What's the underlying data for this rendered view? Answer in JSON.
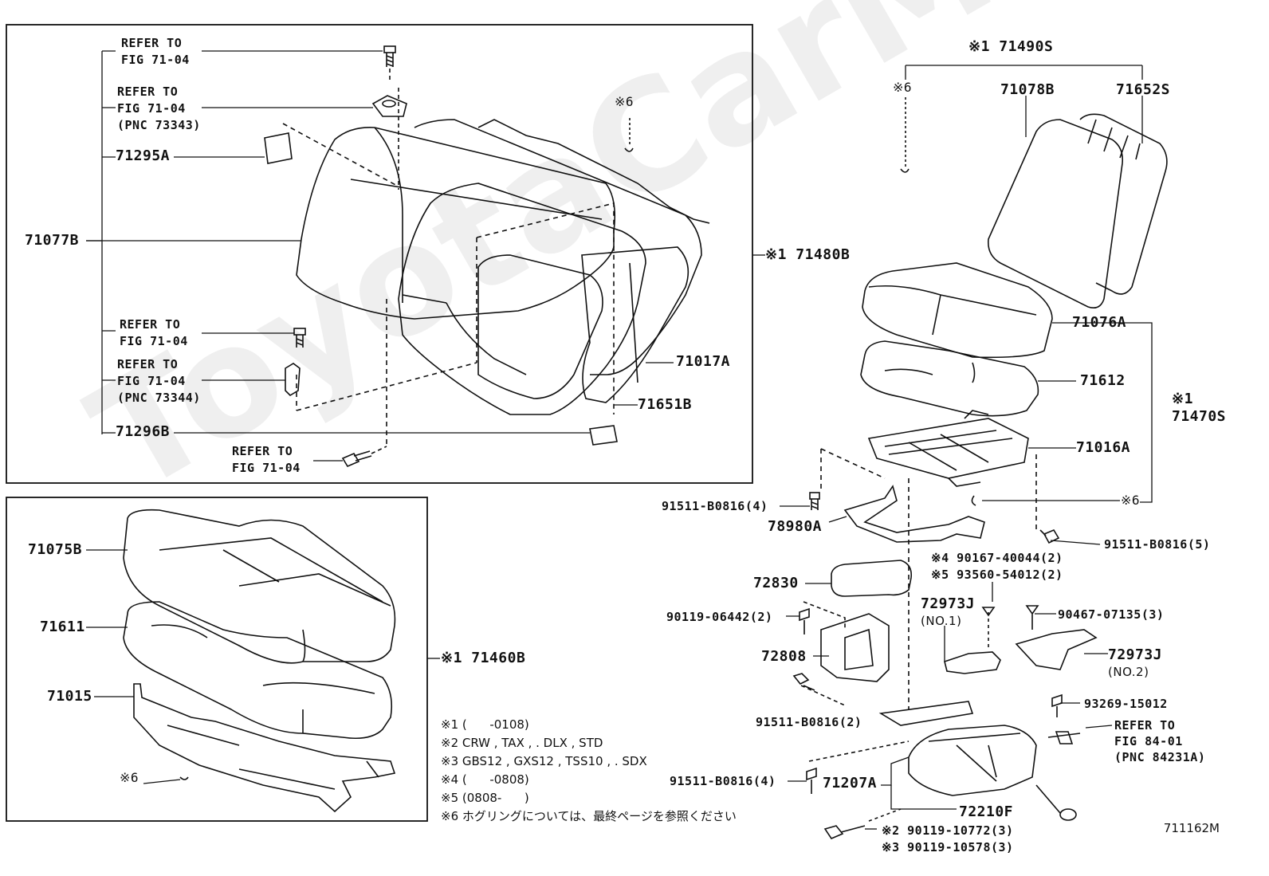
{
  "watermark": "ToyotaCarMine.ru",
  "diagram_code": "711162M",
  "rear_back": {
    "refer_bolt_top": [
      "REFER TO",
      "FIG 71-04"
    ],
    "refer_hinge_top": [
      "REFER TO",
      "FIG 71-04",
      "(PNC 73343)"
    ],
    "pad_upper": "71295A",
    "back_cover": "71077B",
    "refer_bolt_mid": [
      "REFER TO",
      "FIG 71-04"
    ],
    "refer_hinge_low": [
      "REFER TO",
      "FIG 71-04",
      "(PNC 73344)"
    ],
    "pad_lower": "71296B",
    "refer_bolt_bottom": [
      "REFER TO",
      "FIG 71-04"
    ],
    "hog_ring": "※6",
    "assy": "※1 71480B",
    "pad": "71017A",
    "frame": "71651B"
  },
  "rear_cushion": {
    "cover": "71075B",
    "pad": "71611",
    "frame": "71015",
    "hog_ring": "※6",
    "assy": "※1 71460B"
  },
  "notes": [
    "※1 (      -0108)",
    "※2 CRW , TAX , . DLX , STD",
    "※3 GBS12 , GXS12 , TSS10 , . SDX",
    "※4 (      -0808)",
    "※5 (0808-      )",
    "※6 ホグリングについては、最終ページを参照ください"
  ],
  "right_seat": {
    "back_assy": "※1 71490S",
    "hog_ring_top": "※6",
    "back_cover": "71078B",
    "back_frame": "71652S",
    "cushion_cover": "71076A",
    "cushion_pad": "71612",
    "cushion_assy": "※1\n71470S",
    "cushion_frame": "71016A",
    "hog_ring_mid": "※6",
    "bolt_4a": "91511-B0816(4)",
    "bracket": "78980A",
    "bolt_5": "91511-B0816(5)",
    "part_4": "※4 90167-40044(2)",
    "part_5": "※5 93560-54012(2)",
    "armrest": "72830",
    "hinge_j1": "72973J",
    "hinge_j1_no": "(NO.1)",
    "screw_06442": "90119-06442(2)",
    "screw_07135": "90467-07135(3)",
    "armrest_bracket": "72808",
    "hinge_j2": "72973J",
    "hinge_j2_no": "(NO.2)",
    "bolt_2": "91511-B0816(2)",
    "clip": "93269-15012",
    "refer_fig84": [
      "REFER TO",
      "FIG 84-01",
      "(PNC 84231A)"
    ],
    "bolt_4b": "91511-B0816(4)",
    "leg": "71207A",
    "adjuster": "72210F",
    "bolt_x2": "※2 90119-10772(3)",
    "bolt_x3": "※3 90119-10578(3)"
  }
}
